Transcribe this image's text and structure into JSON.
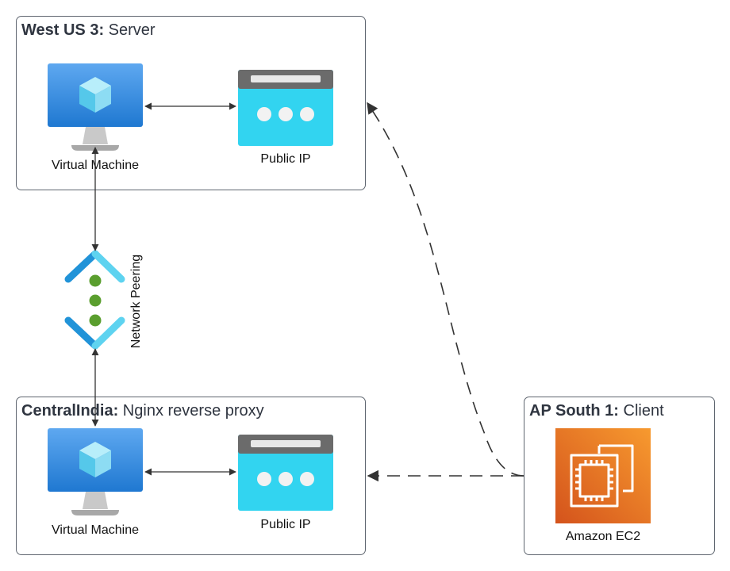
{
  "regions": {
    "west": {
      "bold": "West US 3:",
      "rest": " Server"
    },
    "central": {
      "bold": "CentralIndia:",
      "rest": " Nginx reverse proxy"
    },
    "ap": {
      "bold": "AP South 1:",
      "rest": " Client"
    }
  },
  "nodes": {
    "vm_west": "Virtual Machine",
    "ip_west": "Public IP",
    "vm_central": "Virtual Machine",
    "ip_central": "Public IP",
    "peering": "Network Peering",
    "ec2": "Amazon EC2"
  },
  "colors": {
    "vm_blue_top": "#5ea8f0",
    "vm_blue_bottom": "#1f78d1",
    "ip_cyan": "#32d4f0",
    "ip_header": "#6b6b6b",
    "ec2_top": "#f79a2f",
    "ec2_bottom": "#d4531c",
    "peering_dots": "#5a9e2e",
    "peering_blue": "#2193d8",
    "peering_light": "#5ed3f0"
  },
  "icons": [
    "virtual-machine-icon",
    "public-ip-icon",
    "network-peering-icon",
    "amazon-ec2-icon"
  ]
}
